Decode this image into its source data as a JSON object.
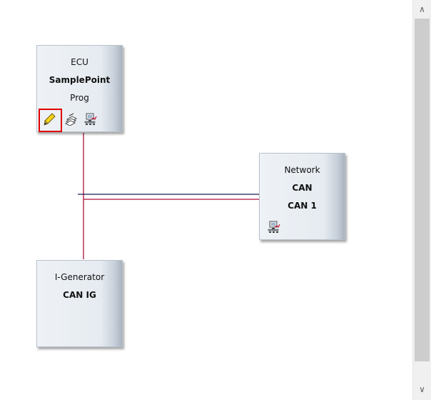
{
  "nodes": {
    "ecu": {
      "type_label": "ECU",
      "name": "SamplePoint",
      "sub": "Prog",
      "icons": [
        "edit-pencil-icon",
        "stacked-pages-icon",
        "network-computer-icon"
      ],
      "selected_icon": "edit-pencil-icon"
    },
    "network": {
      "type_label": "Network",
      "name": "CAN",
      "sub": "CAN 1",
      "icons": [
        "network-computer-icon"
      ]
    },
    "igen": {
      "type_label": "I-Generator",
      "name": "CAN IG"
    }
  },
  "connections": [
    {
      "from": "ecu",
      "to": "network",
      "color": "#b0103c"
    },
    {
      "from": "igen",
      "to": "network",
      "color": "#1c1c50"
    }
  ],
  "colors": {
    "highlight": "#e00000",
    "link_red": "#b0103c",
    "link_navy": "#1c1c50"
  },
  "scrollbar": {
    "up_glyph": "∧",
    "down_glyph": "∨"
  }
}
